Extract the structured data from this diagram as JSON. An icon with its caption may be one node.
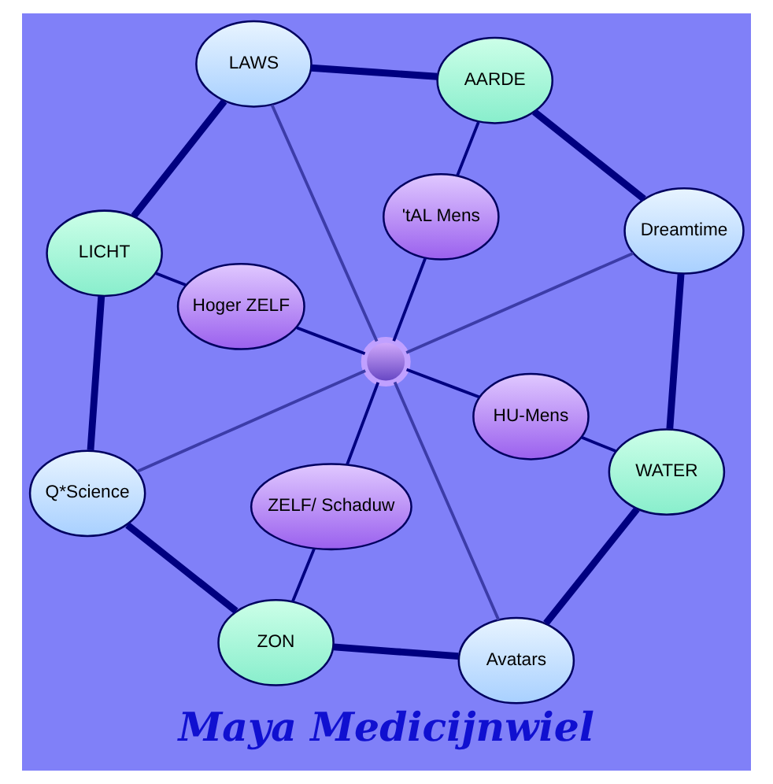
{
  "diagram": {
    "title": "Maya Medicijnwiel",
    "nodes": [
      {
        "text": [
          "LICHT"
        ]
      },
      {
        "text": [
          "LAWS"
        ]
      },
      {
        "text": [
          "Q*Science"
        ]
      },
      {
        "text": [
          "Hoger ZELF"
        ]
      },
      {
        "text": [
          "AARDE"
        ]
      },
      {
        "text": [
          "'tAL Mens"
        ]
      },
      {
        "text": [],
        "shape": "circle"
      },
      {
        "text": [
          "ZELF/ Schaduw"
        ]
      },
      {
        "text": [
          "ZON"
        ]
      },
      {
        "text": [
          "HU-Mens"
        ]
      },
      {
        "text": [
          "Dreamtime"
        ]
      },
      {
        "text": [
          "Avatars"
        ]
      },
      {
        "text": [
          "WATER"
        ]
      }
    ],
    "edges": [
      {
        "from": 0,
        "to": 2,
        "arrow": "none",
        "style": "thick"
      },
      {
        "from": 2,
        "to": 8,
        "arrow": "none",
        "style": "thick"
      },
      {
        "from": 8,
        "to": 11,
        "arrow": "none",
        "style": "thick"
      },
      {
        "from": 11,
        "to": 12,
        "arrow": "none",
        "style": "thick"
      },
      {
        "from": 12,
        "to": 10,
        "arrow": "none",
        "style": "thick"
      },
      {
        "from": 10,
        "to": 4,
        "arrow": "none",
        "style": "thick"
      },
      {
        "from": 4,
        "to": 1,
        "arrow": "none",
        "style": "thick"
      },
      {
        "from": 1,
        "to": 0,
        "arrow": "none",
        "style": "thick"
      },
      {
        "from": 0,
        "to": 3,
        "arrow": "none"
      },
      {
        "from": 3,
        "to": 6,
        "arrow": "none"
      },
      {
        "from": 6,
        "to": 7,
        "arrow": "none"
      },
      {
        "from": 7,
        "to": 8,
        "arrow": "none"
      },
      {
        "from": 6,
        "to": 9,
        "arrow": "none"
      },
      {
        "from": 9,
        "to": 12,
        "arrow": "none"
      },
      {
        "from": 5,
        "to": 6,
        "arrow": "none"
      },
      {
        "from": 4,
        "to": 5,
        "arrow": "none"
      },
      {
        "from": 6,
        "to": 1,
        "arrow": "none",
        "color": "#3c3ca8"
      },
      {
        "from": 6,
        "to": 2,
        "arrow": "none",
        "color": "#3c3ca8"
      },
      {
        "from": 6,
        "to": 11,
        "arrow": "none",
        "color": "#3c3ca8"
      },
      {
        "from": 6,
        "to": 10,
        "arrow": "none",
        "color": "#3c3ca8"
      }
    ]
  }
}
